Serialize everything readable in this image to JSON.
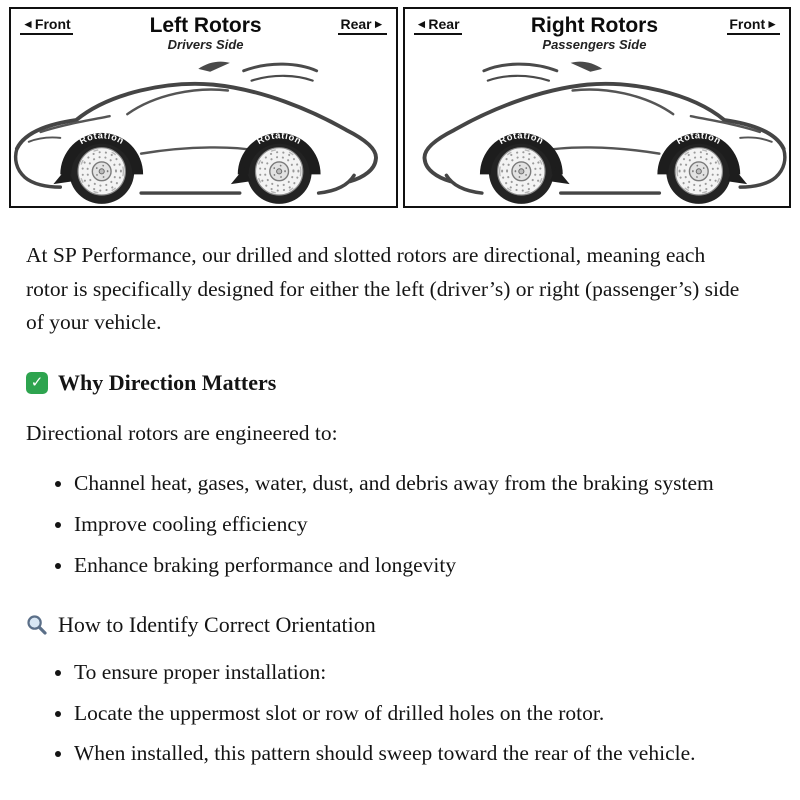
{
  "diagram": {
    "rotation_label": "Rotation",
    "left_panel": {
      "top_left_label": "Front",
      "top_right_label": "Rear",
      "title": "Left Rotors",
      "subtitle": "Drivers Side"
    },
    "right_panel": {
      "top_left_label": "Rear",
      "top_right_label": "Front",
      "title": "Right Rotors",
      "subtitle": "Passengers Side"
    }
  },
  "article": {
    "intro": "At SP Performance, our drilled and slotted rotors are directional, meaning each rotor is specifically designed for either the left (driver’s) or right (passenger’s) side of your vehicle.",
    "section1": {
      "icon": "check-icon",
      "title": "Why Direction Matters",
      "lead": "Directional rotors are engineered to:",
      "bullets": [
        "Channel heat, gases, water, dust, and debris away from the braking system",
        "Improve cooling efficiency",
        "Enhance braking performance and longevity"
      ]
    },
    "section2": {
      "icon": "magnifier-icon",
      "title": "How to Identify Correct Orientation",
      "bullets": [
        "To ensure proper installation:",
        "Locate the uppermost slot or row of drilled holes on the rotor.",
        "When installed, this pattern should sweep toward the rear of the vehicle."
      ]
    }
  },
  "icons": {
    "check_glyph": "✓",
    "arrow_left": "◄",
    "arrow_right": "►"
  }
}
